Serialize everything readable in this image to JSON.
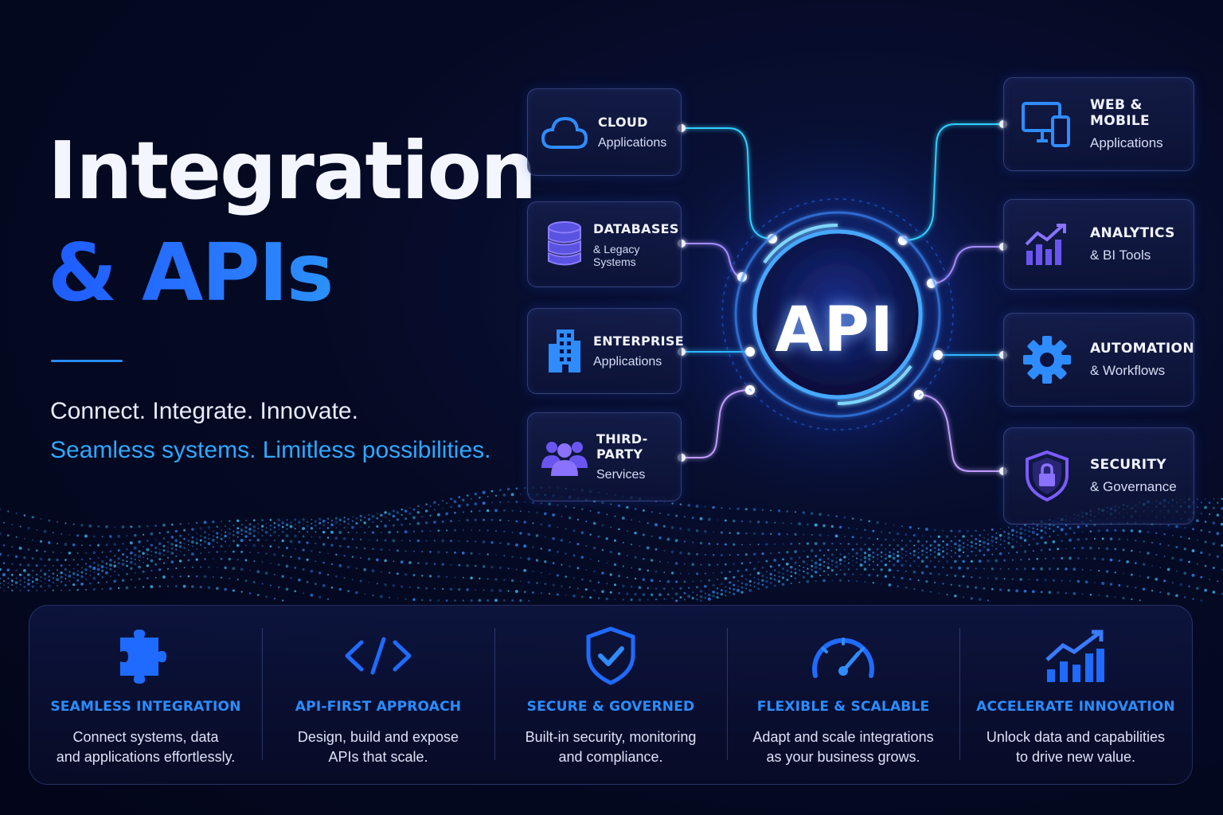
{
  "hero": {
    "title_line1": "Integration",
    "title_line2": "& APIs",
    "tagline": "Connect. Integrate. Innovate.",
    "subtagline": "Seamless systems. Limitless possibilities."
  },
  "hub": {
    "label": "API"
  },
  "left_nodes": [
    {
      "title": "CLOUD",
      "subtitle": "Applications",
      "icon": "cloud-icon"
    },
    {
      "title": "DATABASES",
      "subtitle": "& Legacy Systems",
      "icon": "database-icon"
    },
    {
      "title": "ENTERPRISE",
      "subtitle": "Applications",
      "icon": "building-icon"
    },
    {
      "title": "THIRD-PARTY",
      "subtitle": "Services",
      "icon": "users-icon"
    }
  ],
  "right_nodes": [
    {
      "title": "WEB & MOBILE",
      "subtitle": "Applications",
      "icon": "devices-icon"
    },
    {
      "title": "ANALYTICS",
      "subtitle": "& BI Tools",
      "icon": "analytics-icon"
    },
    {
      "title": "AUTOMATION",
      "subtitle": "& Workflows",
      "icon": "gear-icon"
    },
    {
      "title": "SECURITY",
      "subtitle": "& Governance",
      "icon": "shield-lock-icon"
    }
  ],
  "features": [
    {
      "title": "SEAMLESS INTEGRATION",
      "description": "Connect systems, data\nand applications effortlessly.",
      "icon": "puzzle-icon"
    },
    {
      "title": "API-FIRST APPROACH",
      "description": "Design, build and expose\nAPIs that scale.",
      "icon": "code-icon"
    },
    {
      "title": "SECURE & GOVERNED",
      "description": "Built-in security, monitoring\nand compliance.",
      "icon": "shield-check-icon"
    },
    {
      "title": "FLEXIBLE & SCALABLE",
      "description": "Adapt and scale integrations\nas your business grows.",
      "icon": "speedometer-icon"
    },
    {
      "title": "ACCELERATE INNOVATION",
      "description": "Unlock data and capabilities\nto drive new value.",
      "icon": "growth-chart-icon"
    }
  ],
  "colors": {
    "background": "#03061a",
    "accent_blue": "#2b8dff",
    "accent_cyan": "#29c4f0",
    "accent_purple": "#7a5cff"
  }
}
